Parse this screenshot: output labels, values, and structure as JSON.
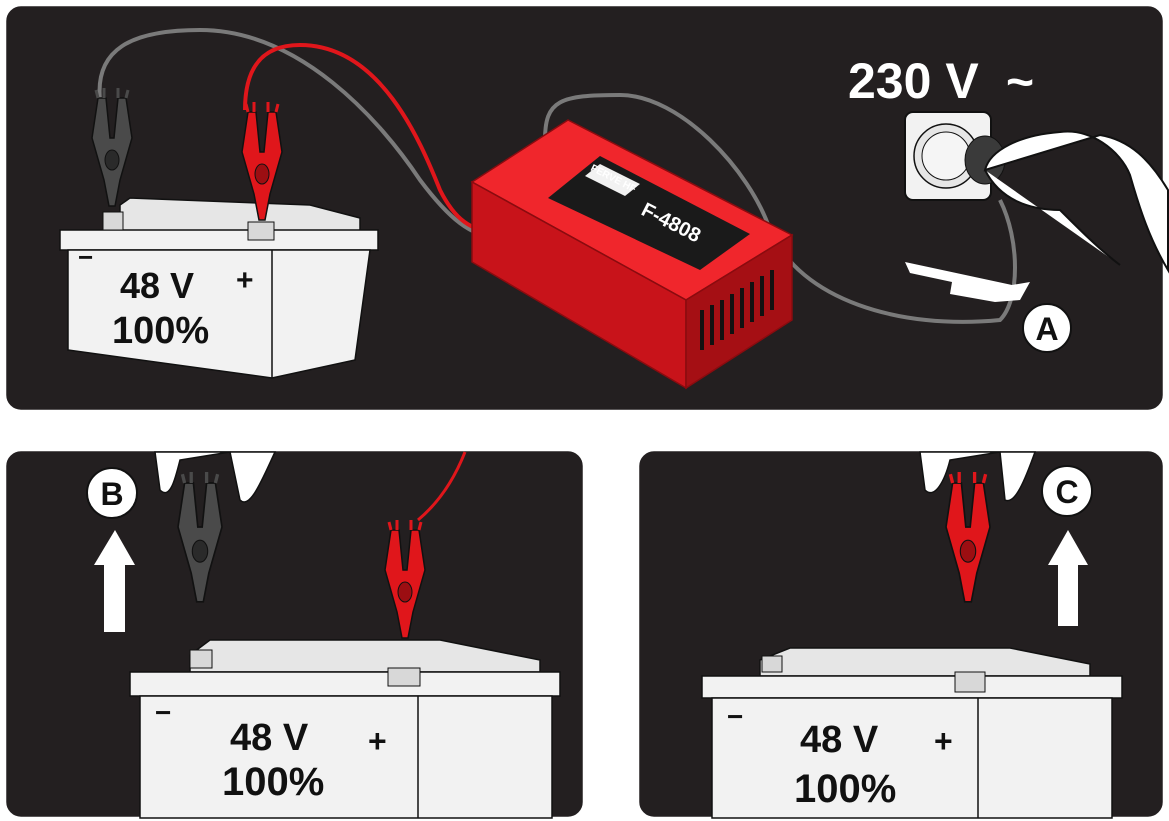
{
  "mains_voltage": "230 V",
  "ac_symbol": "~",
  "charger": {
    "brand": "FERVE HF",
    "model": "F-4808",
    "body_color": "#e0161b"
  },
  "battery": {
    "voltage": "48 V",
    "charge": "100%",
    "negative": "−",
    "positive": "+"
  },
  "steps": {
    "a": "A",
    "b": "B",
    "c": "C"
  },
  "colors": {
    "background": "#231f20",
    "panel_border": "#ffffff",
    "positive_cable": "#e0161b",
    "negative_cable": "#7a7a7a"
  }
}
